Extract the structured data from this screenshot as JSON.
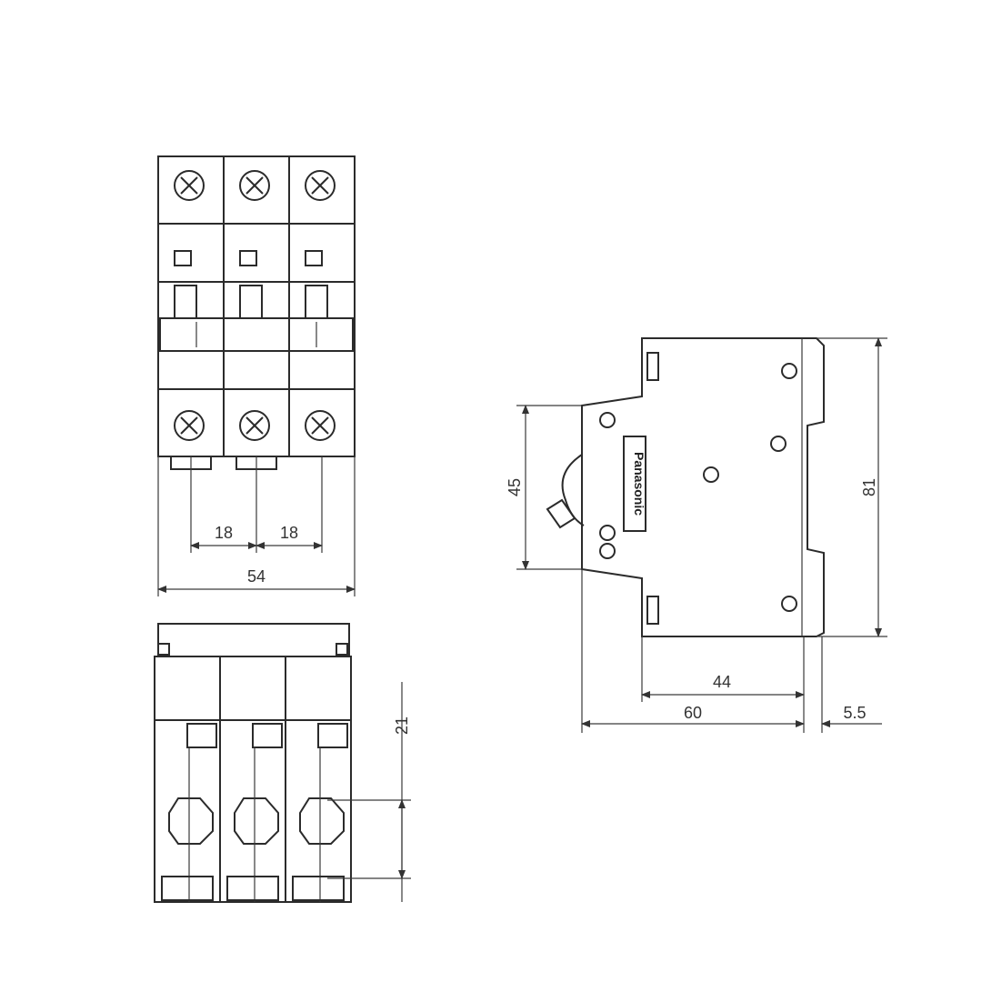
{
  "dimensions": {
    "pole_pitch_left": "18",
    "pole_pitch_right": "18",
    "total_width": "54",
    "toggle_depth": "21",
    "din_clip_height": "45",
    "body_height": "81",
    "body_depth": "44",
    "overall_depth": "60",
    "rail_offset": "5.5"
  },
  "label": {
    "brand": "Panasonic"
  }
}
